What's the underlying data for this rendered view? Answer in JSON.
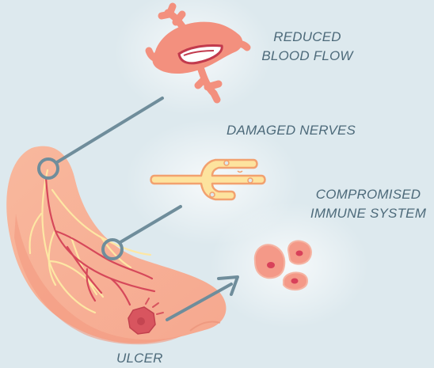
{
  "labels": {
    "blood_flow": [
      "REDUCED",
      "BLOOD FLOW"
    ],
    "nerves": "DAMAGED NERVES",
    "immune": [
      "COMPROMISED",
      "IMMUNE SYSTEM"
    ],
    "ulcer": "ULCER"
  },
  "icons": {
    "blood_vessel": "blood-vessel-icon",
    "nerve": "nerve-icon",
    "immune_cells": "immune-cells-icon",
    "foot": "foot-illustration",
    "ulcer": "ulcer-icon"
  },
  "colors": {
    "background": "#dde9ee",
    "text": "#4d6a7a",
    "connector": "#6f8d9b",
    "vessel": "#f3907e",
    "nerve_fill": "#fde39e",
    "nerve_stroke": "#f2a16f",
    "foot_light": "#f8c3a7",
    "foot_dark": "#f2a084",
    "vein": "#d6485a",
    "ulcer": "#d8555f",
    "cell": "#f49988"
  }
}
